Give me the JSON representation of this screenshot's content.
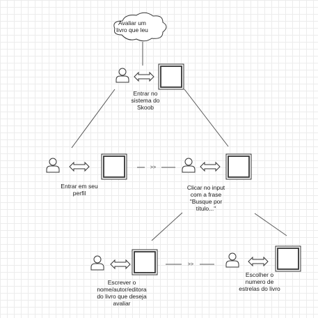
{
  "colors": {
    "stroke": "#333333",
    "line": "#555555",
    "background": "#ffffff",
    "grid": "#ececec"
  },
  "icons": {
    "user": "user-icon",
    "exchange": "double-arrow-icon",
    "screen": "screen-frame-icon",
    "cloud": "cloud-icon"
  },
  "labels": {
    "cloud": "Avaliar um\nlivro que leu",
    "login": "Entrar no\nsistema do\nSkoob",
    "profile": "Entrar em seu\nperfil",
    "search": "Clicar no input\ncom a frase\n\"Busque por\ntítulo...\"",
    "write": "Escrever o\nnome/autor/editora\ndo livro que deseja\navaliar",
    "stars": "Escolher o\nnumero de\nestrelas do livro",
    "arrow_mid": ">>",
    "arrow_bottom": ">>"
  }
}
